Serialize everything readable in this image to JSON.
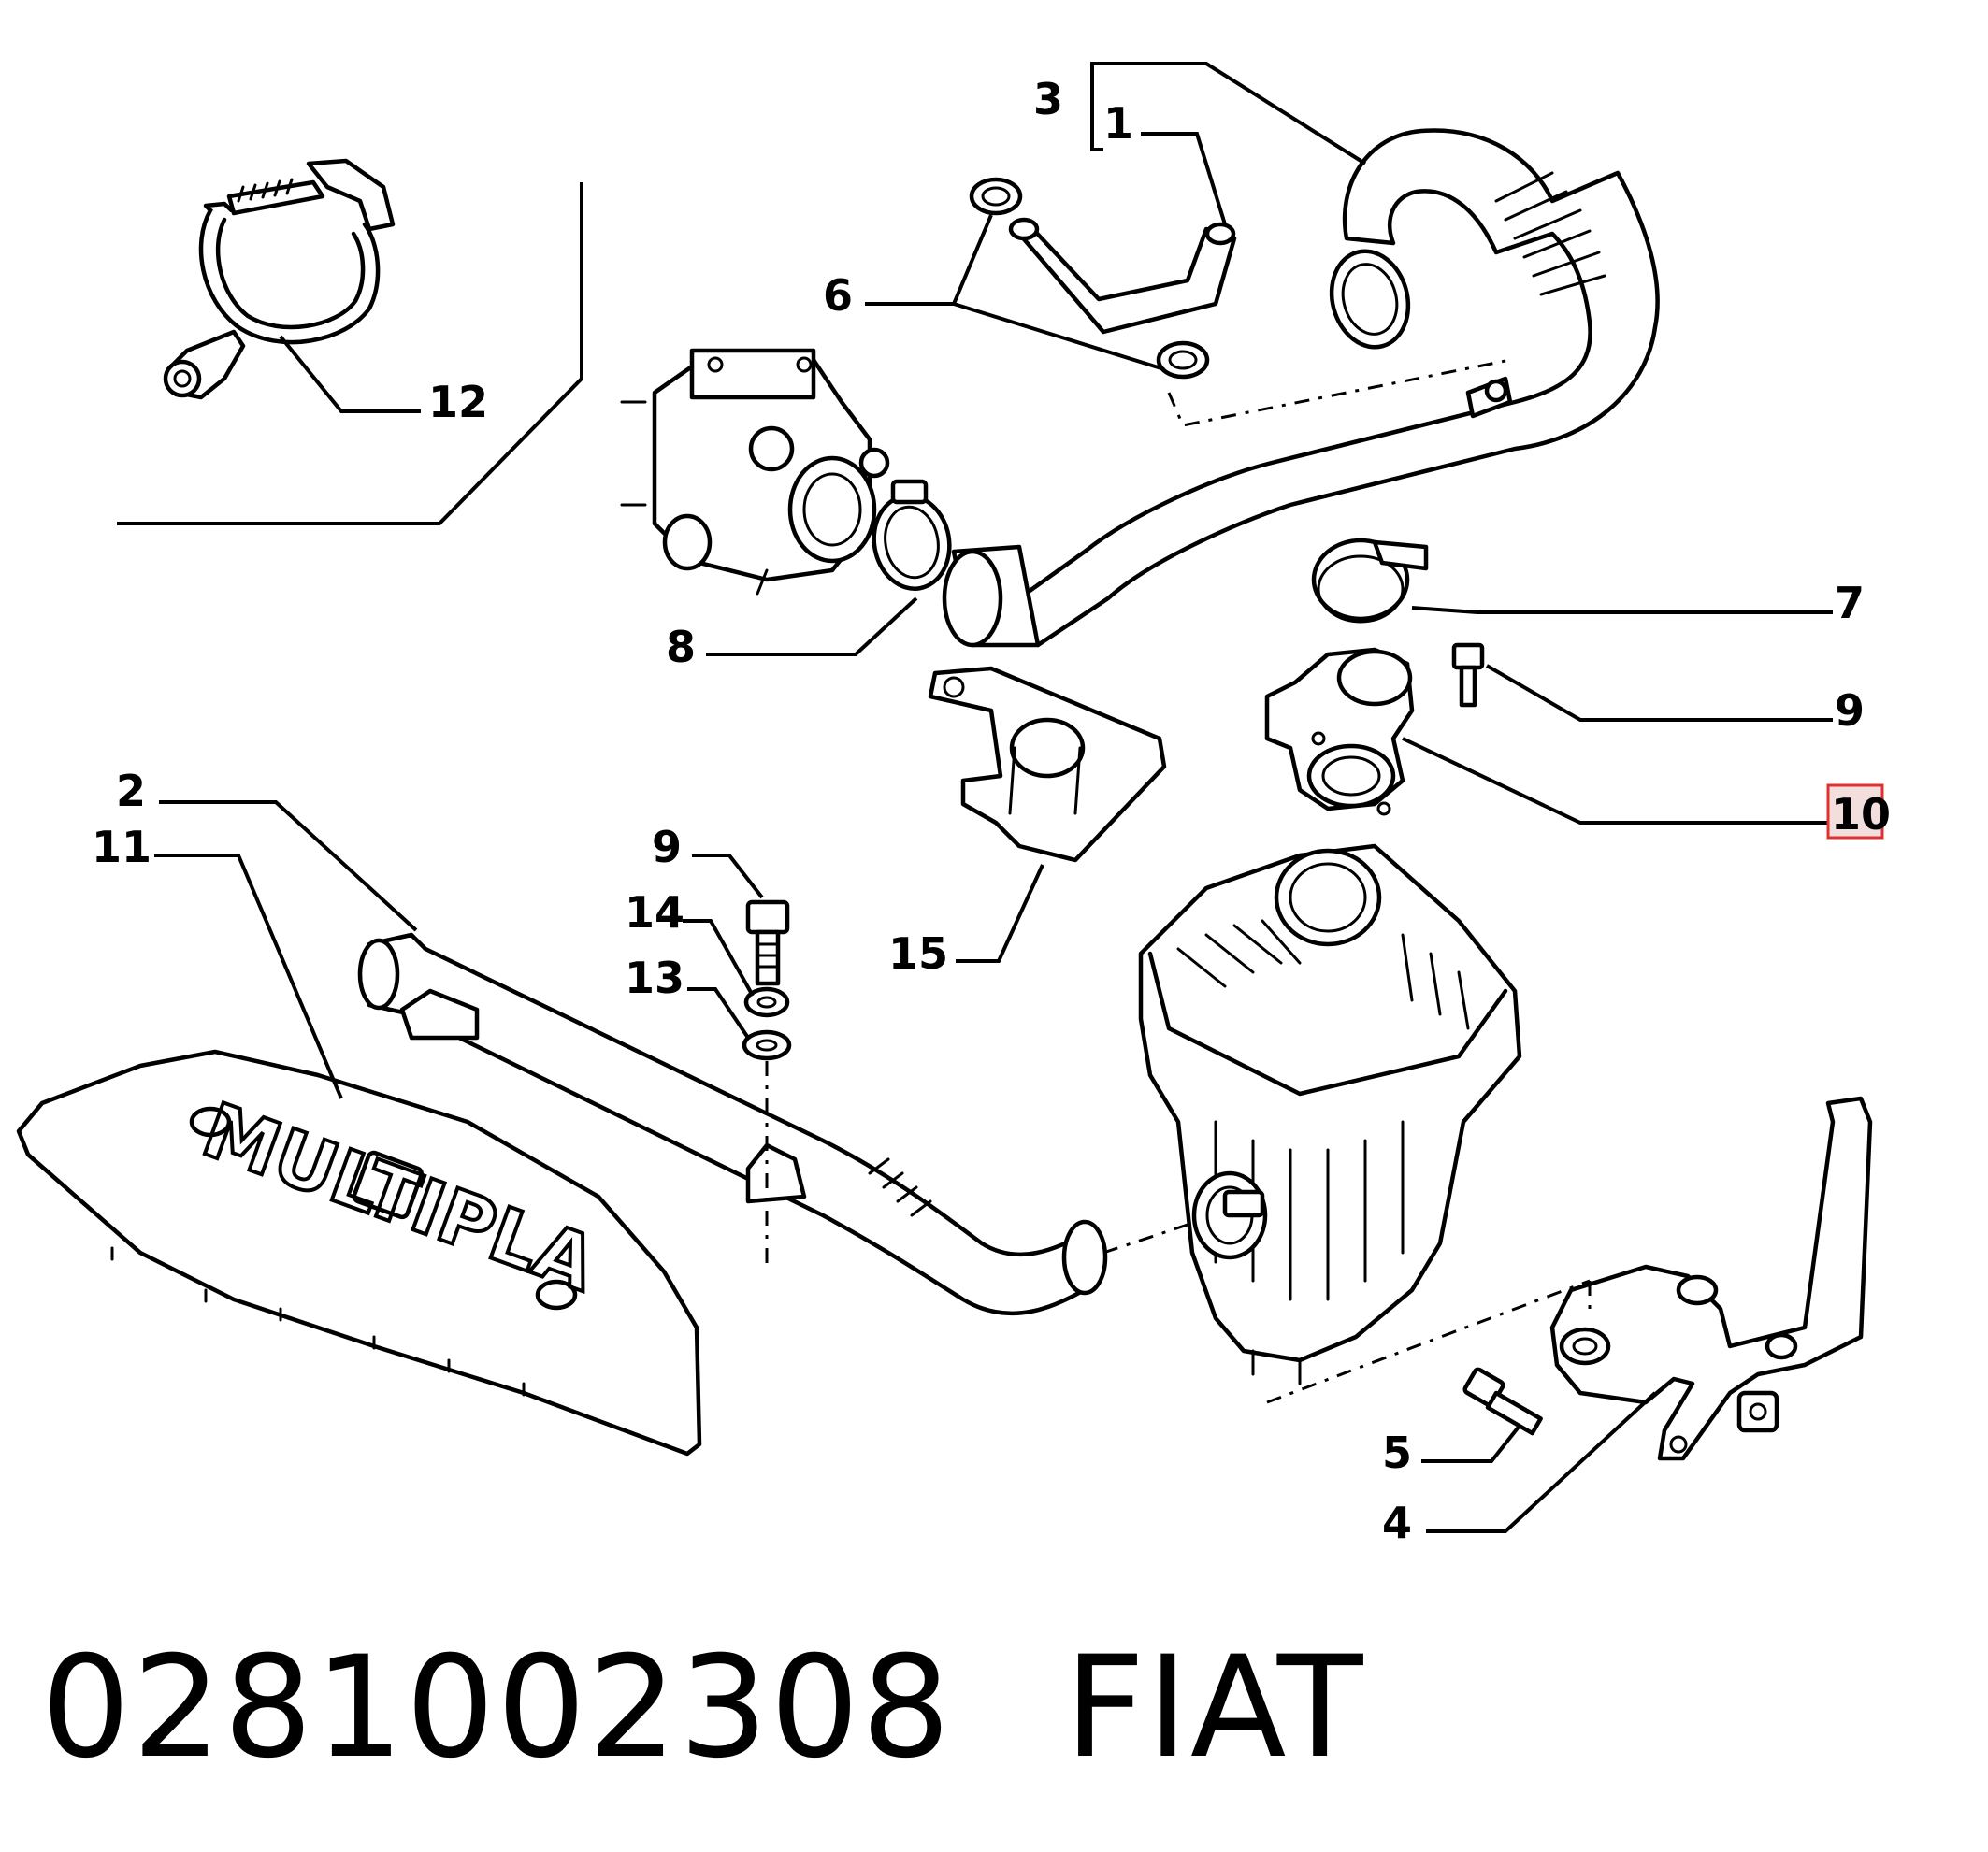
{
  "diagram": {
    "callouts": {
      "c1": "1",
      "c2": "2",
      "c3": "3",
      "c4": "4",
      "c5": "5",
      "c6": "6",
      "c7": "7",
      "c8": "8",
      "c9a": "9",
      "c9b": "9",
      "c10": "10",
      "c11": "11",
      "c12": "12",
      "c13": "13",
      "c14": "14",
      "c15": "15"
    },
    "highlighted_callout": "10",
    "highlight_color": "#e03030",
    "emblem_text": "MULTIPLA"
  },
  "footer": {
    "part_number": "0281002308",
    "brand": "FIAT"
  }
}
